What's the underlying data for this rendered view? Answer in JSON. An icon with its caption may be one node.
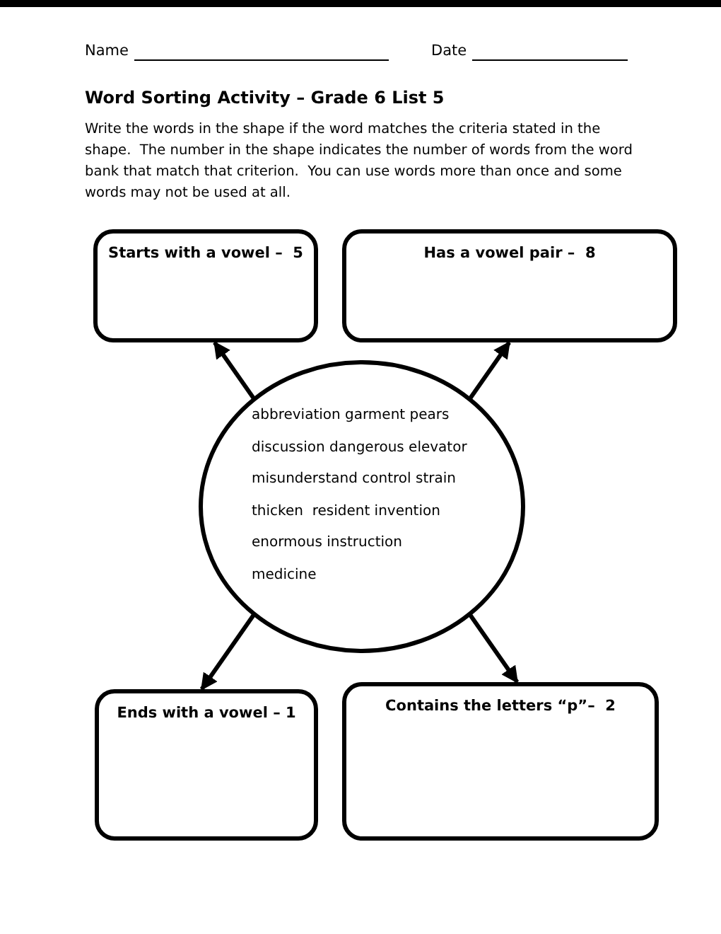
{
  "diagram": {
    "title": "Word Sorting Activity – Grade 6 List 5",
    "nodes": [
      {
        "text": [
          "Starts with a vowel –  5"
        ]
      },
      {
        "text": [
          "Has a vowel pair –  8"
        ]
      },
      {
        "text": [
          "abbreviation garment pears",
          "discussion dangerous elevator",
          "misunderstand control strain",
          "thicken  resident invention",
          "enormous instruction",
          "medicine"
        ]
      },
      {
        "text": [
          "Ends with a vowel – 1"
        ]
      },
      {
        "text": [
          "Contains the letters “p”–  2"
        ]
      }
    ],
    "edges": [
      {
        "from": 2,
        "to": 0,
        "arrow": "to"
      },
      {
        "from": 2,
        "to": 1,
        "arrow": "to"
      },
      {
        "from": 2,
        "to": 3,
        "arrow": "to"
      },
      {
        "from": 2,
        "to": 4,
        "arrow": "to"
      }
    ],
    "labels": [
      "Name",
      "Date",
      "Write the words in the shape if the word matches the criteria stated in the shape.  The number in the shape indicates the number of words from the word bank that match that criterion.  You can use words more than once and some words may not be used at all."
    ]
  }
}
